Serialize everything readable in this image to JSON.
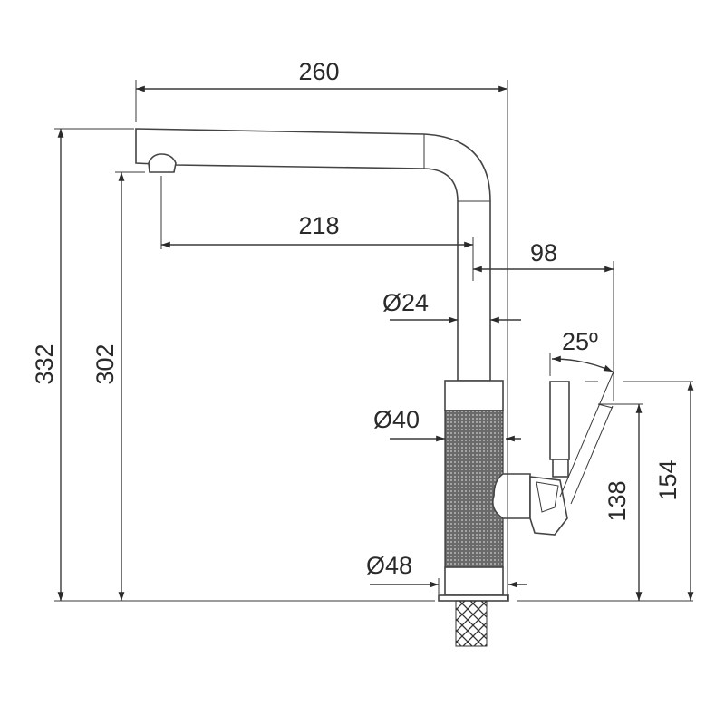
{
  "title": "Kitchen faucet dimension drawing",
  "dimensions": {
    "overall_width": "260",
    "spout_reach": "218",
    "handle_offset": "98",
    "spout_diameter": "Ø24",
    "body_diameter": "Ø40",
    "base_diameter": "Ø48",
    "handle_angle": "25º",
    "overall_height": "332",
    "spout_outlet_height": "302",
    "handle_pivot_height": "138",
    "handle_top_height": "154"
  },
  "colors": {
    "line": "#3a3a3a",
    "knurl": "#555555"
  }
}
